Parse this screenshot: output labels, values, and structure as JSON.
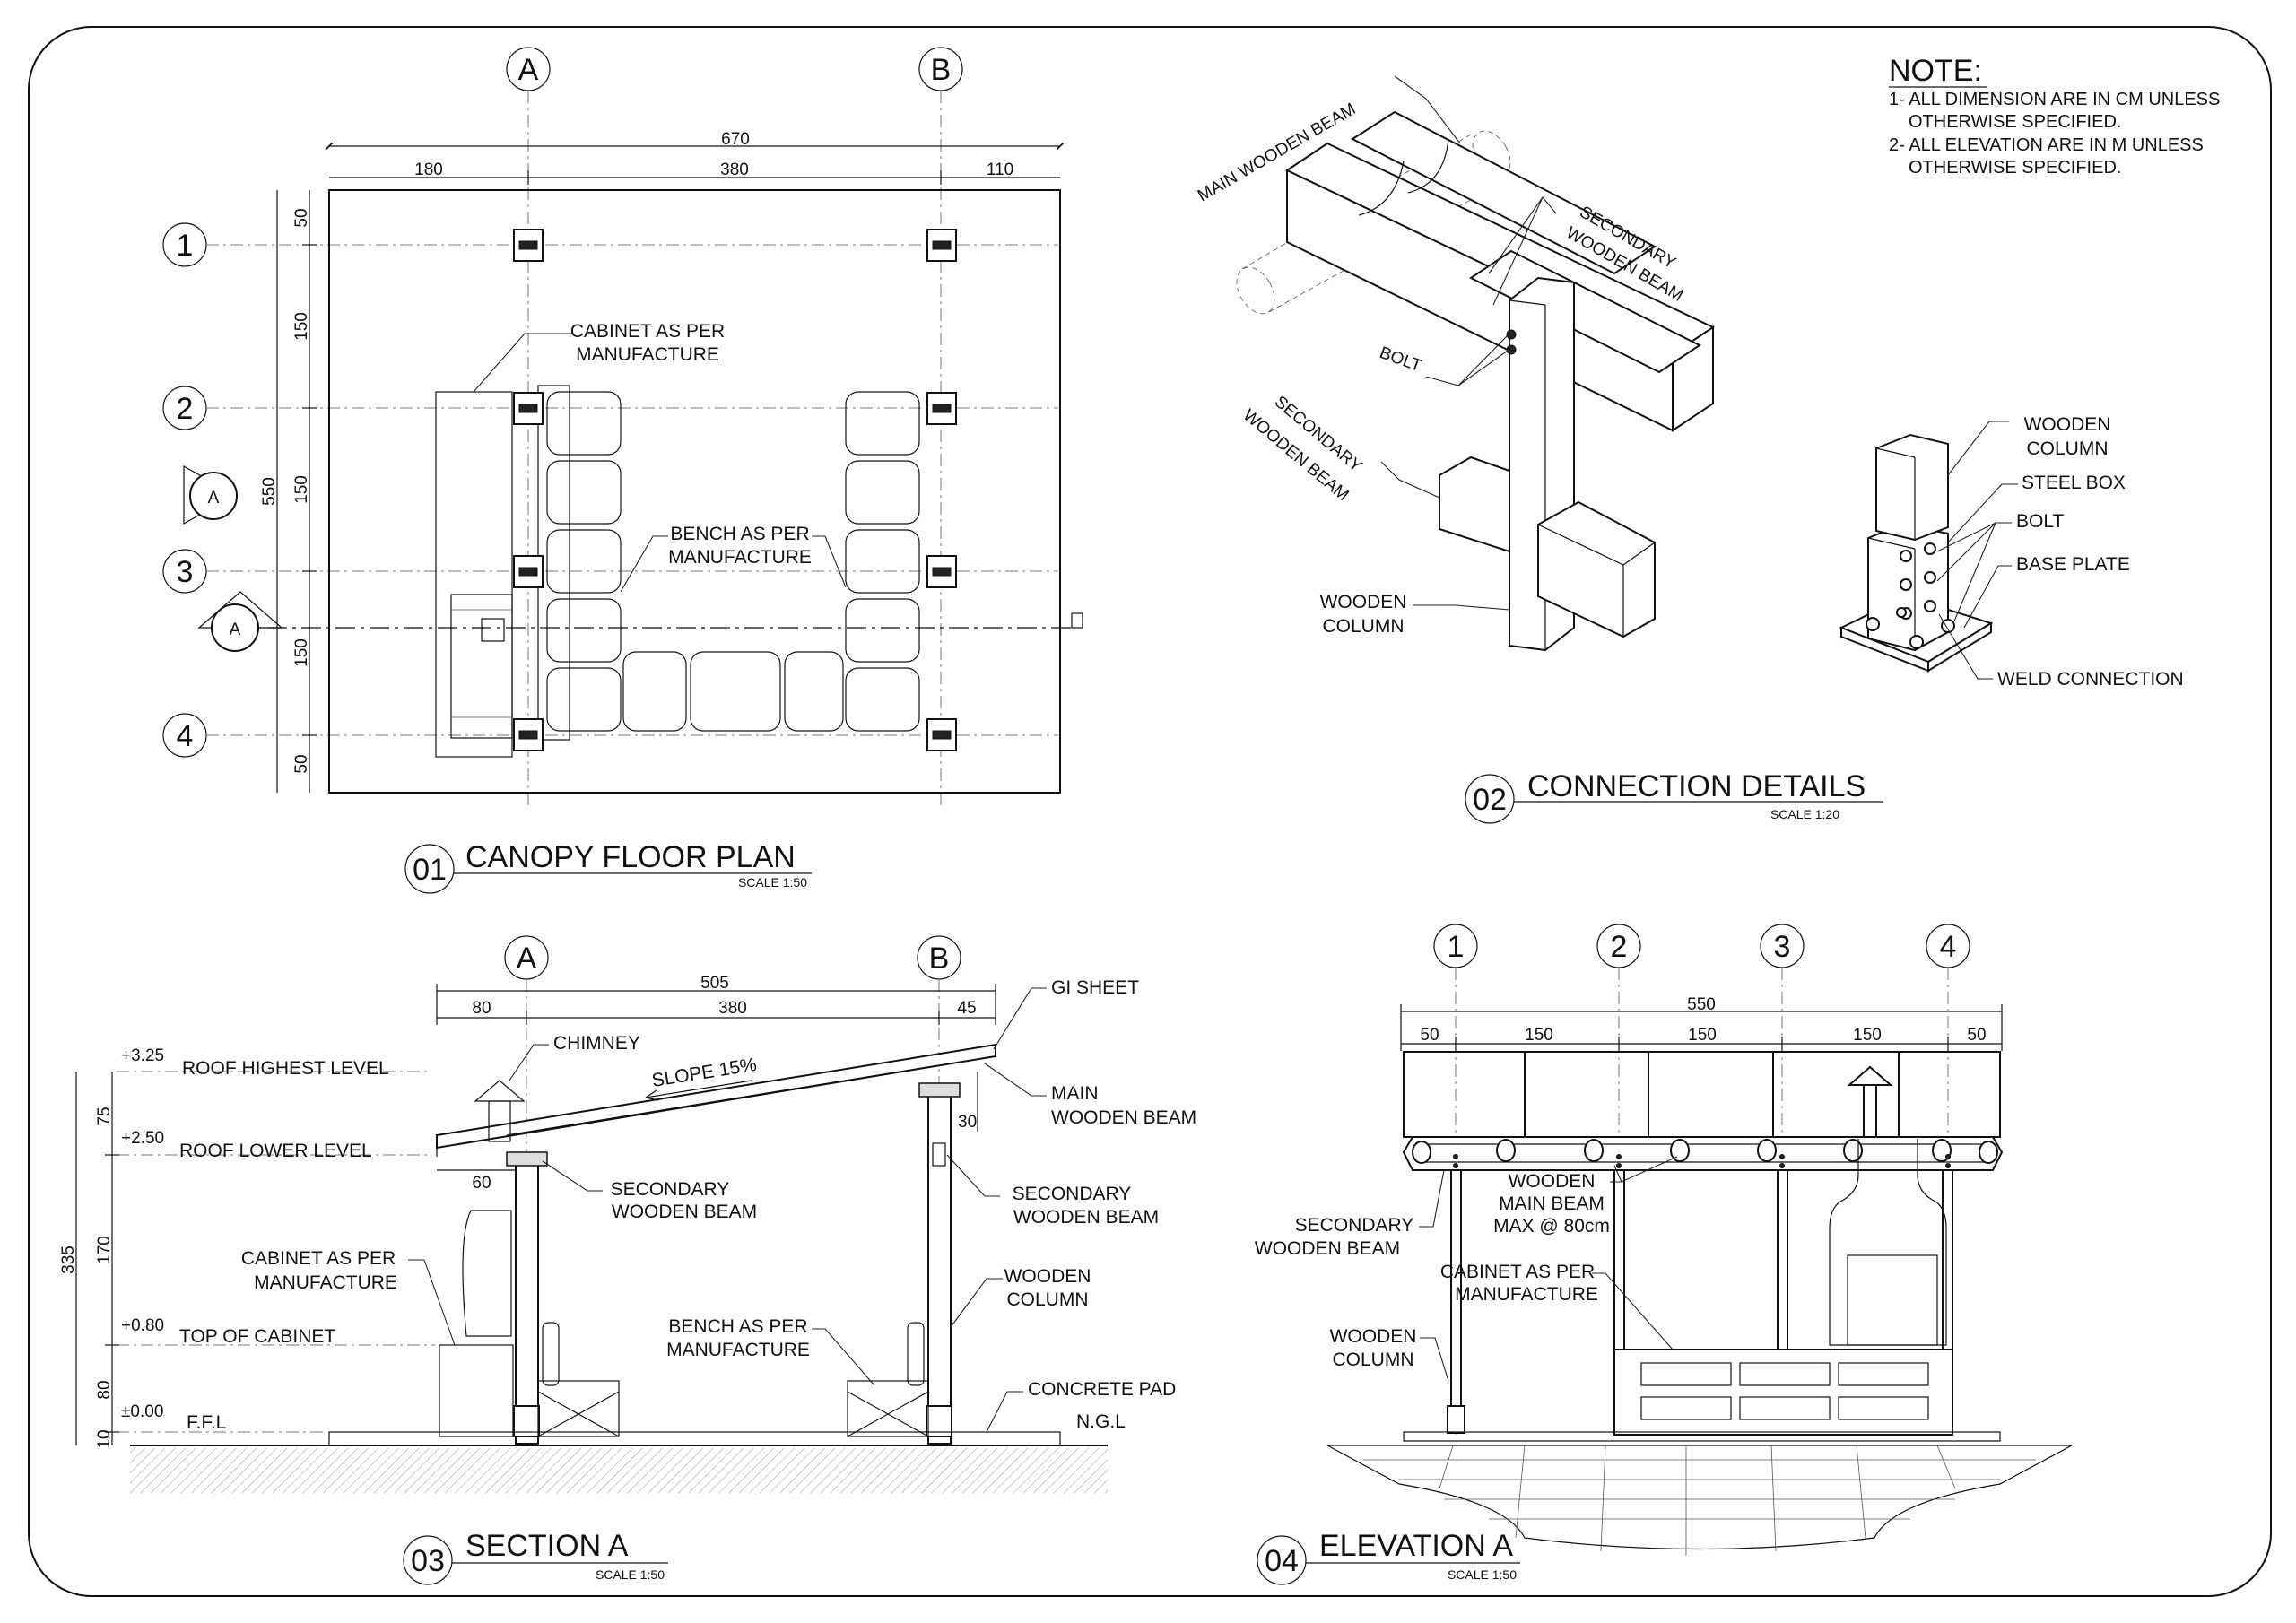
{
  "notes": {
    "heading": "NOTE:",
    "lines": [
      "1- ALL DIMENSION ARE IN CM UNLESS",
      "OTHERWISE SPECIFIED.",
      "2- ALL ELEVATION ARE IN M  UNLESS",
      "OTHERWISE SPECIFIED."
    ]
  },
  "plan": {
    "number": "01",
    "title": "CANOPY FLOOR PLAN",
    "scale": "SCALE 1:50",
    "grid_cols": [
      "A",
      "B"
    ],
    "grid_rows": [
      "1",
      "2",
      "3",
      "4"
    ],
    "section_mark": "A",
    "dim_total_x": "670",
    "dims_x": [
      "180",
      "380",
      "110"
    ],
    "dim_total_y": "550",
    "dims_y": [
      "50",
      "150",
      "150",
      "150",
      "50"
    ],
    "label_cabinet": [
      "CABINET AS PER",
      "MANUFACTURE"
    ],
    "label_bench": [
      "BENCH AS PER",
      "MANUFACTURE"
    ]
  },
  "connection": {
    "number": "02",
    "title": "CONNECTION DETAILS",
    "scale": "SCALE 1:20",
    "labels": {
      "main_beam": "MAIN WOODEN BEAM",
      "secondary_top": [
        "SECONDARY",
        "WOODEN BEAM"
      ],
      "bolt": "BOLT",
      "secondary_left": [
        "SECONDARY",
        "WOODEN BEAM"
      ],
      "column": [
        "WOODEN",
        "COLUMN"
      ],
      "base_column": [
        "WOODEN",
        "COLUMN"
      ],
      "steel_box": "STEEL BOX",
      "base_bolt": "BOLT",
      "base_plate": "BASE PLATE",
      "weld": "WELD CONNECTION"
    }
  },
  "section": {
    "number": "03",
    "title": "SECTION A",
    "scale": "SCALE 1:50",
    "grid_cols": [
      "A",
      "B"
    ],
    "dim_total_x": "505",
    "dims_x": [
      "80",
      "380",
      "45"
    ],
    "dim_total_y": "335",
    "dims_y": [
      "75",
      "170",
      "80",
      "10"
    ],
    "dim_60": "60",
    "dim_30": "30",
    "slope": "SLOPE 15%",
    "levels": [
      {
        "value": "+3.25",
        "name": "ROOF HIGHEST LEVEL"
      },
      {
        "value": "+2.50",
        "name": "ROOF LOWER LEVEL"
      },
      {
        "value": "+0.80",
        "name": "TOP OF CABINET"
      },
      {
        "value": "±0.00",
        "name": "F.F.L"
      }
    ],
    "labels": {
      "gi_sheet": "GI SHEET",
      "chimney": "CHIMNEY",
      "main_beam": [
        "MAIN",
        "WOODEN BEAM"
      ],
      "secondary_left": [
        "SECONDARY",
        "WOODEN BEAM"
      ],
      "secondary_right": [
        "SECONDARY",
        "WOODEN BEAM"
      ],
      "cabinet": [
        "CABINET AS PER",
        "MANUFACTURE"
      ],
      "bench": [
        "BENCH AS PER",
        "MANUFACTURE"
      ],
      "column": [
        "WOODEN",
        "COLUMN"
      ],
      "concrete": "CONCRETE PAD",
      "ngl": "N.G.L"
    }
  },
  "elevation": {
    "number": "04",
    "title": "ELEVATION A",
    "scale": "SCALE 1:50",
    "grid_cols": [
      "1",
      "2",
      "3",
      "4"
    ],
    "dim_total_x": "550",
    "dims_x": [
      "50",
      "150",
      "150",
      "150",
      "50"
    ],
    "labels": {
      "main_beam": [
        "WOODEN",
        "MAIN BEAM",
        "MAX @ 80cm"
      ],
      "secondary": [
        "SECONDARY",
        "WOODEN BEAM"
      ],
      "cabinet": [
        "CABINET AS PER",
        "MANUFACTURE"
      ],
      "column": [
        "WOODEN",
        "COLUMN"
      ]
    }
  }
}
